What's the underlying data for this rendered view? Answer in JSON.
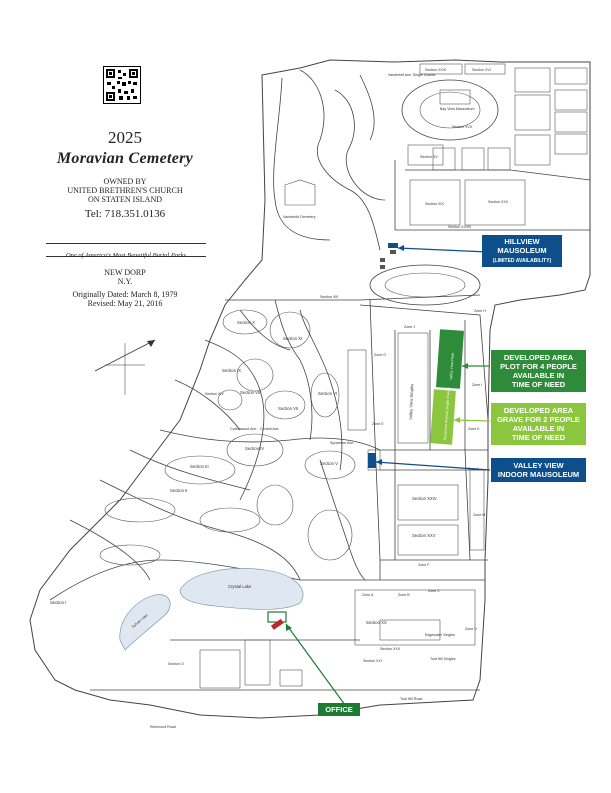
{
  "header": {
    "year": "2025",
    "title": "Moravian Cemetery",
    "owned_by": "OWNED BY",
    "owner_line1": "UNITED BRETHREN'S CHURCH",
    "owner_line2": "ON STATEN ISLAND",
    "phone": "Tel: 718.351.0136",
    "banner": "One of America's Most Beautiful Burial Parks",
    "location1": "NEW DORP",
    "location2": "N.Y.",
    "dated": "Originally Dated: March 8, 1979",
    "revised": "Revised: May 21, 2016"
  },
  "legend": {
    "hillview_line1": "HILLVIEW",
    "hillview_line2": "MAUSOLEUM",
    "hillview_line3": "(LIMITED AVAILABILITY)",
    "dev4_line1": "DEVELOPED AREA",
    "dev4_line2": "PLOT FOR 4 PEOPLE",
    "dev4_line3": "AVAILABLE IN",
    "dev4_line4": "TIME OF NEED",
    "dev2_line1": "DEVELOPED AREA",
    "dev2_line2": "GRAVE FOR 2 PEOPLE",
    "dev2_line3": "AVAILABLE IN",
    "dev2_line4": "TIME OF NEED",
    "valley_line1": "VALLEY VIEW",
    "valley_line2": "INDOOR MAUSOLEUM",
    "office": "OFFICE"
  },
  "colors": {
    "blue": "#0d4f8b",
    "dark_green": "#2e8b3a",
    "light_green": "#8cc63f",
    "office_green": "#1e7b34",
    "lake": "#dfe8f0",
    "red": "#c0272d"
  },
  "map_labels": {
    "vanderbilt_singles": "Vanderbilt Ave. Single Graves",
    "section_xxix": "Section XXIX",
    "section_xvi": "Section XVI",
    "bay_view": "Bay View Mausoleum",
    "section_xvii": "Section XVII",
    "section_xv": "Section XV",
    "section_xix": "Section XIX",
    "section_xxx": "Section XXX",
    "vanderbilt_cemetery": "Vanderbilt Cemetery",
    "section_xxviii": "Section XXVIII",
    "section_xiii": "Section XIII",
    "section_x": "Section X",
    "section_xi": "Section XI",
    "section_ix": "Section IX",
    "section_xiv": "Section XIV",
    "section_vi": "Section VI",
    "section_vii": "Section VII",
    "section_viii": "Section VIII",
    "section_iv": "Section IV",
    "section_iii": "Section III",
    "section_ii": "Section II",
    "section_i": "Section I",
    "section_v": "Section V",
    "section_xxiv": "Section XXIV",
    "section_xxv": "Section XXV",
    "section_xx": "Section XX",
    "section_xxi": "Section XXI",
    "section_xxii": "Section XXII",
    "section_o": "Section O",
    "zone_a": "Zone A",
    "zone_b": "Zone B",
    "zone_c": "Zone C",
    "zone_d": "Zone D",
    "zone_e": "Zone E",
    "zone_f": "Zone F",
    "zone_g": "Zone G",
    "zone_h": "Zone H",
    "zone_i": "Zone I",
    "zone_j": "Zone J",
    "zone_k": "Zone K",
    "zone_l": "Zone L",
    "zone_m": "Zone M",
    "valley_view_singles": "Valley View Singles",
    "valley_view_plots": "Valley View Plots",
    "sycamore_singles": "Sycamore Avenue Single Graves",
    "crystal_lake": "Crystal Lake",
    "sylvan_lake": "Sylvan Lake",
    "richmond_road": "Richmond Road",
    "todt_hill_road": "Todt Hill Road",
    "todt_hill_singles": "Todt Hill Singles",
    "edgewater_singles": "Edgewater Singles",
    "sycamore_ave": "Sycamore Ave.",
    "central_ave": "Central Ave.",
    "cottonwood_ave": "Cottonwood Ave."
  }
}
